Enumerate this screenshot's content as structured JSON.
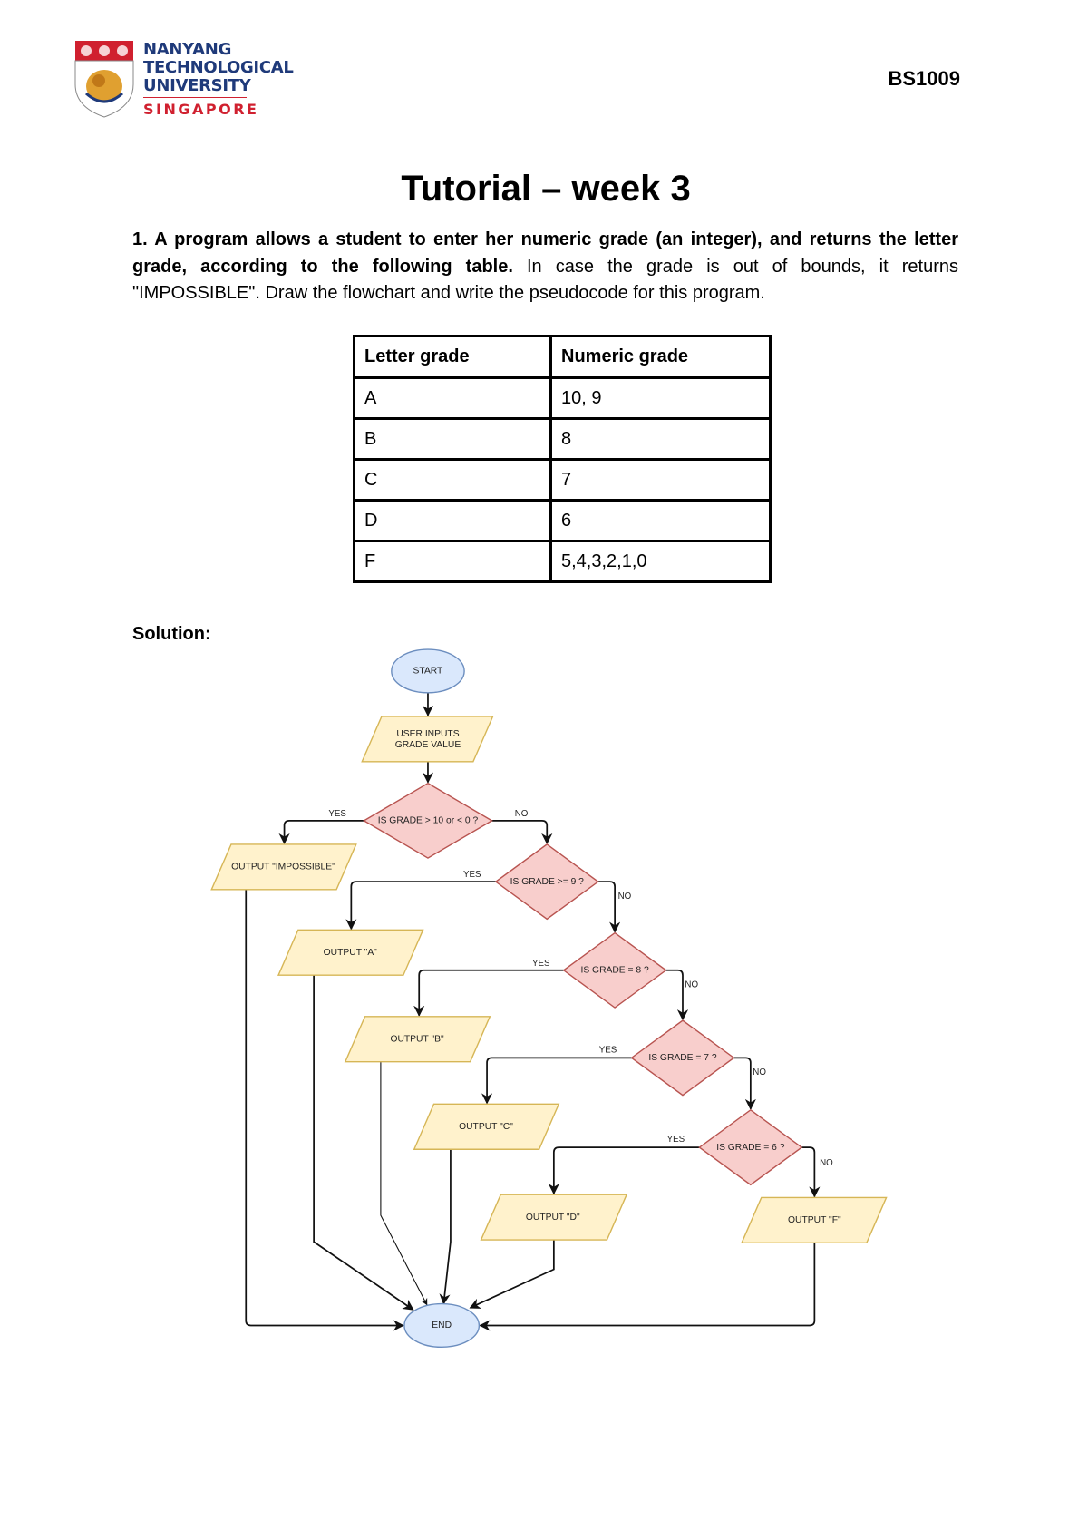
{
  "header": {
    "logo": {
      "line1": "NANYANG",
      "line2": "TECHNOLOGICAL",
      "line3": "UNIVERSITY",
      "line4": "SINGAPORE",
      "navy": "#1f3a7a",
      "red": "#d0202f"
    },
    "course_code": "BS1009"
  },
  "title": "Tutorial – week 3",
  "question": {
    "bold_text": "1. A program allows a student to enter her numeric grade (an integer), and returns the letter grade, according to the following table.",
    "normal_text": " In case the grade is out of bounds, it returns \"IMPOSSIBLE\". Draw the flowchart and write the pseudocode for this program."
  },
  "grade_table": {
    "headers": [
      "Letter grade",
      "Numeric grade"
    ],
    "rows": [
      [
        "A",
        "10, 9"
      ],
      [
        "B",
        "8"
      ],
      [
        "C",
        "7"
      ],
      [
        "D",
        "6"
      ],
      [
        "F",
        "5,4,3,2,1,0"
      ]
    ]
  },
  "solution_label": "Solution:",
  "flowchart": {
    "start": "START",
    "input_line1": "USER INPUTS",
    "input_line2": "GRADE VALUE",
    "decisions": [
      "IS GRADE > 10 or < 0 ?",
      "IS GRADE >= 9 ?",
      "IS GRADE = 8 ?",
      "IS GRADE = 7 ?",
      "IS GRADE = 6 ?"
    ],
    "outputs": [
      "OUTPUT \"IMPOSSIBLE\"",
      "OUTPUT \"A\"",
      "OUTPUT \"B\"",
      "OUTPUT \"C\"",
      "OUTPUT \"D\"",
      "OUTPUT \"F\""
    ],
    "yes": "YES",
    "no": "NO",
    "end": "END",
    "colors": {
      "terminal_fill": "#dae8fc",
      "io_fill": "#fff2cc",
      "decision_fill": "#f8cecc"
    }
  }
}
